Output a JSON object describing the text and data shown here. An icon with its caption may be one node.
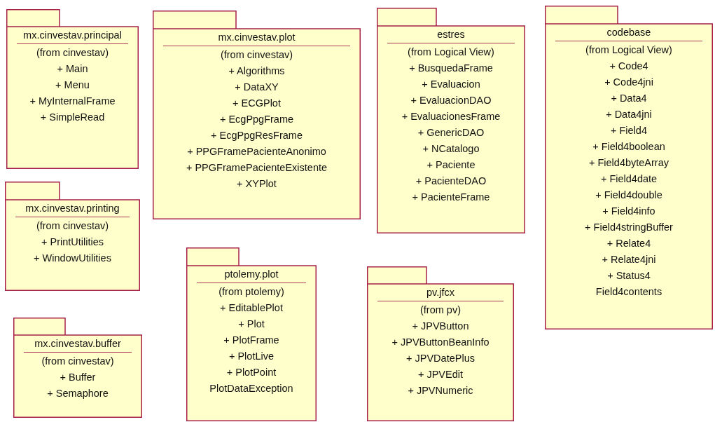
{
  "diagram": {
    "nodes": [
      {
        "text": [
          "mx.cinvestav.principal",
          "(from cinvestav)",
          "+ Main",
          "+ Menu",
          "+ MyInternalFrame",
          "+ SimpleRead"
        ]
      },
      {
        "text": [
          "mx.cinvestav.plot",
          "(from cinvestav)",
          "+ Algorithms",
          "+ DataXY",
          "+ ECGPlot",
          "+ EcgPpgFrame",
          "+ EcgPpgResFrame",
          "+ PPGFramePacienteAnonimo",
          "+ PPGFramePacienteExistente",
          "+ XYPlot"
        ]
      },
      {
        "text": [
          "estres",
          "(from Logical View)",
          "+ BusquedaFrame",
          "+ Evaluacion",
          "+ EvaluacionDAO",
          "+ EvaluacionesFrame",
          "+ GenericDAO",
          "+ NCatalogo",
          "+ Paciente",
          "+ PacienteDAO",
          "+ PacienteFrame"
        ]
      },
      {
        "text": [
          "codebase",
          "(from Logical View)",
          "+ Code4",
          "+ Code4jni",
          "+ Data4",
          "+ Data4jni",
          "+ Field4",
          "+ Field4boolean",
          "+ Field4byteArray",
          "+ Field4date",
          "+ Field4double",
          "+ Field4info",
          "+ Field4stringBuffer",
          "+ Relate4",
          "+ Relate4jni",
          "+ Status4",
          "Field4contents"
        ]
      },
      {
        "text": [
          "mx.cinvestav.printing",
          "(from cinvestav)",
          "+ PrintUtilities",
          "+ WindowUtilities"
        ]
      },
      {
        "text": [
          "mx.cinvestav.buffer",
          "(from cinvestav)",
          "+ Buffer",
          "+ Semaphore"
        ]
      },
      {
        "text": [
          "ptolemy.plot",
          "(from ptolemy)",
          "+ EditablePlot",
          "+ Plot",
          "+ PlotFrame",
          "+ PlotLive",
          "+ PlotPoint",
          "PlotDataException"
        ]
      },
      {
        "text": [
          "pv.jfcx",
          "(from pv)",
          "+ JPVButton",
          "+ JPVButtonBeanInfo",
          "+ JPVDatePlus",
          "+ JPVEdit",
          "+ JPVNumeric"
        ]
      }
    ]
  }
}
